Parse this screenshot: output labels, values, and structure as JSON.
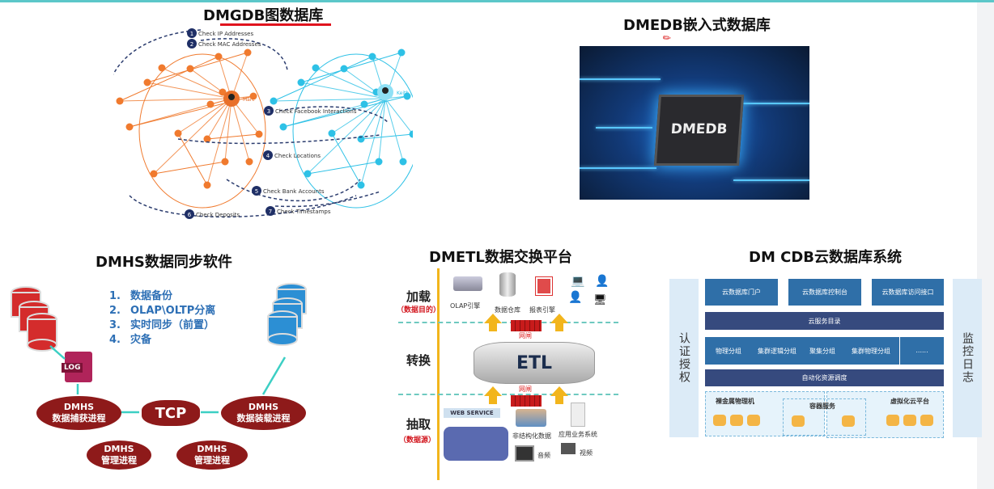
{
  "gdb": {
    "title": "DMGDB图数据库",
    "steps": [
      "Check IP Addresses",
      "Check MAC Addresses",
      "Check Facebook Interactions",
      "Check Locations",
      "Check Bank Accounts",
      "Check Deposits",
      "Check Timestamps"
    ],
    "step_nums": [
      "1",
      "2",
      "3",
      "4",
      "5",
      "6",
      "7"
    ],
    "people": [
      "Marc",
      "Keith"
    ],
    "colors": {
      "left": "#f07a2e",
      "right": "#2ec1e6",
      "dashed": "#2b3c6e"
    }
  },
  "edb": {
    "title": "DMEDB嵌入式数据库",
    "chip_label": "DMEDB"
  },
  "hs": {
    "title": "DMHS数据同步软件",
    "features": [
      {
        "n": "1.",
        "t": "数据备份"
      },
      {
        "n": "2.",
        "t": "OLAP\\OLTP分离"
      },
      {
        "n": "3.",
        "t": "实时同步（前置）"
      },
      {
        "n": "4.",
        "t": "灾备"
      }
    ],
    "log": "LOG",
    "capture": [
      "DMHS",
      "数据捕获进程"
    ],
    "tcp": "TCP",
    "apply": [
      "DMHS",
      "数据装载进程"
    ],
    "mgr1": [
      "DMHS",
      "管理进程"
    ],
    "mgr2": [
      "DMHS",
      "管理进程"
    ]
  },
  "etl": {
    "title": "DMETL数据交换平台",
    "load": "加载",
    "load_sub": "（数据目的）",
    "transform": "转换",
    "extract": "抽取",
    "extract_sub": "（数据源）",
    "targets": [
      "OLAP引擎",
      "数据仓库",
      "报表引擎"
    ],
    "gateway": "网闸",
    "core": "ETL",
    "web_service": "WEB SERVICE",
    "sources": [
      "非结构化数据",
      "应用业务系统",
      "音频",
      "视频"
    ]
  },
  "cdb": {
    "title": "DM CDB云数据库系统",
    "left": "认证授权",
    "right": "监控日志",
    "top": [
      "云数据库门户",
      "云数据库控制台",
      "云数据库访问接口"
    ],
    "catalog": "云服务目录",
    "groups": [
      "物理分组",
      "集群逻辑分组",
      "聚集分组",
      "集群物理分组",
      "......"
    ],
    "sched": "自动化资源调度",
    "bottom": [
      "裸金属物理机",
      "容器服务",
      "虚拟化云平台"
    ]
  }
}
